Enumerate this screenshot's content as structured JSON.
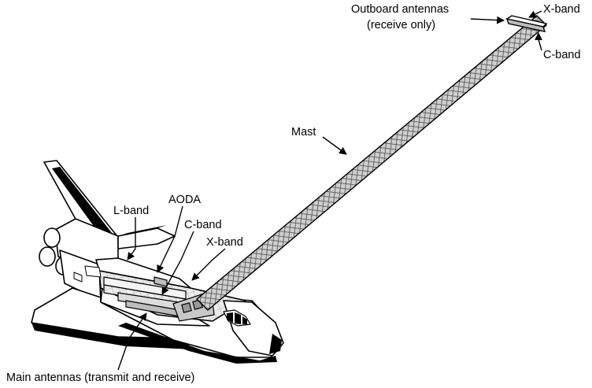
{
  "labels": {
    "outboard_line1": "Outboard antennas",
    "outboard_line2": "(receive only)",
    "xband_top": "X-band",
    "cband_top": "C-band",
    "mast": "Mast",
    "aoda": "AODA",
    "lband": "L-band",
    "cband_payload": "C-band",
    "xband_payload": "X-band",
    "main_antennas": "Main antennas (transmit and receive)"
  },
  "colors": {
    "line": "#000000",
    "mast_fill": "#d4d4d4",
    "antenna_fill": "#bdbdbd",
    "payload_fill": "#e6e6e6",
    "background": "#ffffff"
  }
}
